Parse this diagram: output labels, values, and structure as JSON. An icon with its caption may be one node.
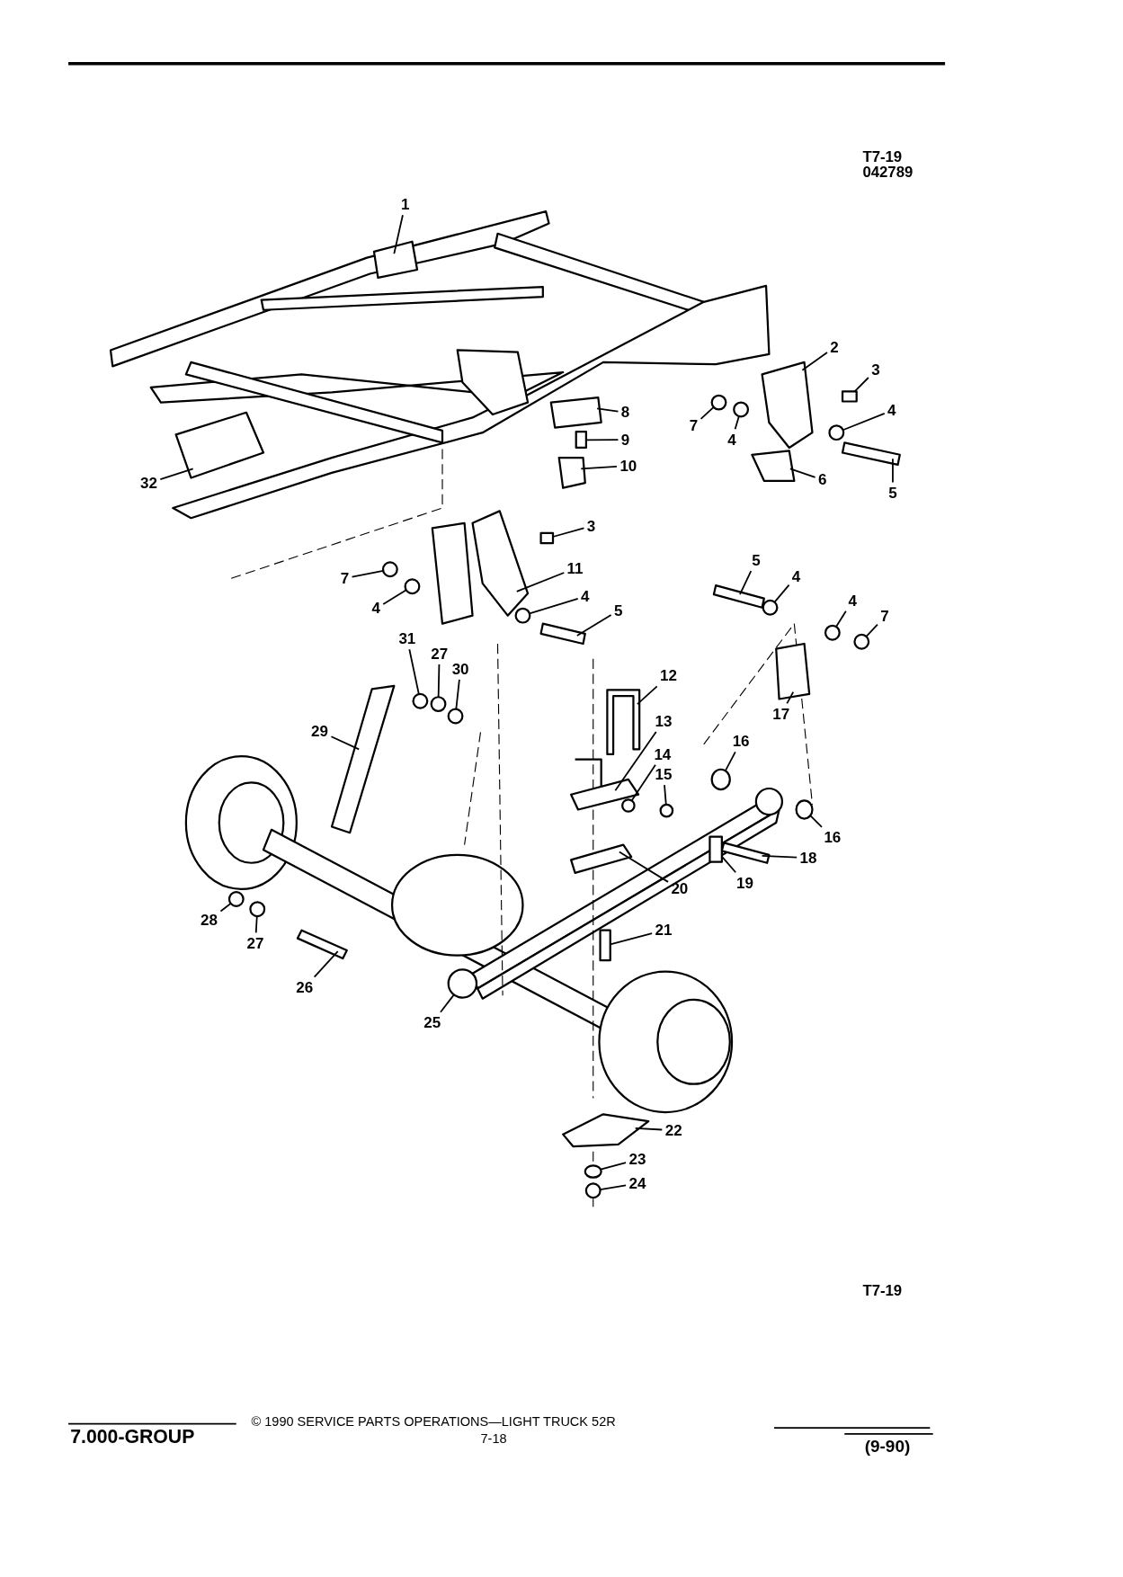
{
  "diagram": {
    "nodes": [
      {
        "text": [
          "1"
        ]
      },
      {
        "text": [
          "2"
        ]
      },
      {
        "text": [
          "3"
        ]
      },
      {
        "text": [
          "8"
        ]
      },
      {
        "text": [
          "7"
        ]
      },
      {
        "text": [
          "4"
        ]
      },
      {
        "text": [
          "4"
        ]
      },
      {
        "text": [
          "9"
        ]
      },
      {
        "text": [
          "10"
        ]
      },
      {
        "text": [
          "6"
        ]
      },
      {
        "text": [
          "5"
        ]
      },
      {
        "text": [
          "32"
        ]
      },
      {
        "text": [
          "3"
        ]
      },
      {
        "text": [
          "11"
        ]
      },
      {
        "text": [
          "7"
        ]
      },
      {
        "text": [
          "4"
        ]
      },
      {
        "text": [
          "4"
        ]
      },
      {
        "text": [
          "5"
        ]
      },
      {
        "text": [
          "5"
        ]
      },
      {
        "text": [
          "4"
        ]
      },
      {
        "text": [
          "4"
        ]
      },
      {
        "text": [
          "7"
        ]
      },
      {
        "text": [
          "31"
        ]
      },
      {
        "text": [
          "27"
        ]
      },
      {
        "text": [
          "30"
        ]
      },
      {
        "text": [
          "12"
        ]
      },
      {
        "text": [
          "29"
        ]
      },
      {
        "text": [
          "13"
        ]
      },
      {
        "text": [
          "17"
        ]
      },
      {
        "text": [
          "14"
        ]
      },
      {
        "text": [
          "15"
        ]
      },
      {
        "text": [
          "16"
        ]
      },
      {
        "text": [
          "16"
        ]
      },
      {
        "text": [
          "18"
        ]
      },
      {
        "text": [
          "19"
        ]
      },
      {
        "text": [
          "20"
        ]
      },
      {
        "text": [
          "28"
        ]
      },
      {
        "text": [
          "27"
        ]
      },
      {
        "text": [
          "21"
        ]
      },
      {
        "text": [
          "26"
        ]
      },
      {
        "text": [
          "25"
        ]
      },
      {
        "text": [
          "22"
        ]
      },
      {
        "text": [
          "23"
        ]
      },
      {
        "text": [
          "24"
        ]
      },
      {
        "text": [],
        "shape": "polygon"
      },
      {
        "text": [],
        "shape": "polygon"
      },
      {
        "text": [],
        "shape": "box"
      },
      {
        "text": [],
        "shape": "polygon"
      },
      {
        "text": [],
        "shape": "circle"
      },
      {
        "text": [],
        "shape": "circle"
      },
      {
        "text": [],
        "shape": "circle"
      },
      {
        "text": [],
        "shape": "box"
      },
      {
        "text": [],
        "shape": "polygon"
      },
      {
        "text": [],
        "shape": "polygon"
      },
      {
        "text": [],
        "shape": "box"
      },
      {
        "text": [],
        "shape": "polygon"
      },
      {
        "text": [],
        "shape": "box"
      },
      {
        "text": [],
        "shape": "polygon"
      },
      {
        "text": [],
        "shape": "circle"
      },
      {
        "text": [],
        "shape": "circle"
      },
      {
        "text": [],
        "shape": "circle"
      },
      {
        "text": [],
        "shape": "box"
      },
      {
        "text": [],
        "shape": "box"
      },
      {
        "text": [],
        "shape": "circle"
      },
      {
        "text": [],
        "shape": "circle"
      },
      {
        "text": [],
        "shape": "circle"
      },
      {
        "text": [],
        "shape": "circle"
      },
      {
        "text": [],
        "shape": "circle"
      },
      {
        "text": [],
        "shape": "circle"
      },
      {
        "text": [],
        "shape": "polygon"
      },
      {
        "text": [],
        "shape": "polygon"
      },
      {
        "text": [],
        "shape": "polygon"
      },
      {
        "text": [],
        "shape": "polygon"
      },
      {
        "text": [],
        "shape": "circle"
      },
      {
        "text": [],
        "shape": "circle"
      },
      {
        "text": [],
        "shape": "circle"
      },
      {
        "text": [],
        "shape": "circle"
      },
      {
        "text": [],
        "shape": "box"
      },
      {
        "text": [],
        "shape": "box"
      },
      {
        "text": [],
        "shape": "polygon"
      },
      {
        "text": [],
        "shape": "circle"
      },
      {
        "text": [],
        "shape": "circle"
      },
      {
        "text": [],
        "shape": "box"
      },
      {
        "text": [],
        "shape": "box"
      },
      {
        "text": [],
        "shape": "circle"
      },
      {
        "text": [],
        "shape": "polygon"
      },
      {
        "text": [],
        "shape": "circle"
      },
      {
        "text": [],
        "shape": "circle"
      }
    ],
    "edges": [
      {
        "from": 0,
        "to": 44,
        "arrow": "none"
      },
      {
        "from": 1,
        "to": 45,
        "arrow": "none"
      },
      {
        "from": 2,
        "to": 46,
        "arrow": "none"
      },
      {
        "from": 3,
        "to": 47,
        "arrow": "none"
      },
      {
        "from": 4,
        "to": 48,
        "arrow": "none"
      },
      {
        "from": 5,
        "to": 49,
        "arrow": "none"
      },
      {
        "from": 6,
        "to": 50,
        "arrow": "none"
      },
      {
        "from": 7,
        "to": 51,
        "arrow": "none"
      },
      {
        "from": 8,
        "to": 52,
        "arrow": "none"
      },
      {
        "from": 9,
        "to": 53,
        "arrow": "none"
      },
      {
        "from": 10,
        "to": 54,
        "arrow": "none"
      },
      {
        "from": 11,
        "to": 55,
        "arrow": "none"
      },
      {
        "from": 12,
        "to": 56,
        "arrow": "none"
      },
      {
        "from": 13,
        "to": 57,
        "arrow": "none"
      },
      {
        "from": 14,
        "to": 58,
        "arrow": "none"
      },
      {
        "from": 15,
        "to": 59,
        "arrow": "none"
      },
      {
        "from": 16,
        "to": 60,
        "arrow": "none"
      },
      {
        "from": 17,
        "to": 61,
        "arrow": "none"
      },
      {
        "from": 18,
        "to": 62,
        "arrow": "none"
      },
      {
        "from": 19,
        "to": 63,
        "arrow": "none"
      },
      {
        "from": 20,
        "to": 64,
        "arrow": "none"
      },
      {
        "from": 21,
        "to": 65,
        "arrow": "none"
      },
      {
        "from": 22,
        "to": 66,
        "arrow": "none"
      },
      {
        "from": 23,
        "to": 67,
        "arrow": "none"
      },
      {
        "from": 24,
        "to": 68,
        "arrow": "none"
      },
      {
        "from": 25,
        "to": 69,
        "arrow": "none"
      },
      {
        "from": 26,
        "to": 70,
        "arrow": "none"
      },
      {
        "from": 27,
        "to": 71,
        "arrow": "none"
      },
      {
        "from": 28,
        "to": 72,
        "arrow": "none"
      },
      {
        "from": 29,
        "to": 73,
        "arrow": "none"
      },
      {
        "from": 30,
        "to": 74,
        "arrow": "none"
      },
      {
        "from": 31,
        "to": 75,
        "arrow": "none"
      },
      {
        "from": 32,
        "to": 76,
        "arrow": "none"
      },
      {
        "from": 33,
        "to": 77,
        "arrow": "none"
      },
      {
        "from": 34,
        "to": 78,
        "arrow": "none"
      },
      {
        "from": 35,
        "to": 79,
        "arrow": "none"
      },
      {
        "from": 36,
        "to": 80,
        "arrow": "none"
      },
      {
        "from": 37,
        "to": 81,
        "arrow": "none"
      },
      {
        "from": 38,
        "to": 82,
        "arrow": "none"
      },
      {
        "from": 39,
        "to": 83,
        "arrow": "none"
      },
      {
        "from": 40,
        "to": 84,
        "arrow": "none"
      },
      {
        "from": 41,
        "to": 85,
        "arrow": "none"
      },
      {
        "from": 42,
        "to": 86,
        "arrow": "none"
      },
      {
        "from": 43,
        "to": 87,
        "arrow": "none"
      }
    ],
    "labels": [
      "T7-19",
      "042789",
      "T7-19",
      "7.000-GROUP",
      "© 1990 SERVICE PARTS OPERATIONS—LIGHT TRUCK 52R",
      "7-18",
      "(9-90)"
    ]
  }
}
